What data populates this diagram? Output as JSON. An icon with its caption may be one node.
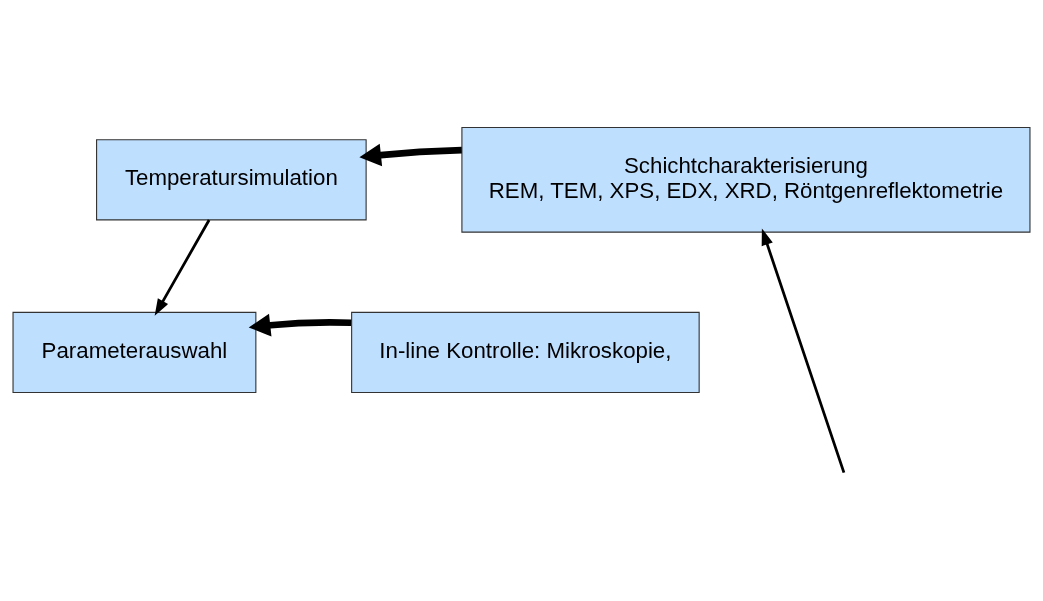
{
  "diagram": {
    "nodes": [
      {
        "text": [
          "Temperatursimulation"
        ]
      },
      {
        "text": [
          "Schichtcharakterisierung",
          "REM, TEM, XPS, EDX, XRD, Röntgenreflektometrie"
        ]
      },
      {
        "text": [
          "Parameterauswahl"
        ]
      },
      {
        "text": [
          "In-line Kontrolle: Mikroskopie,"
        ]
      }
    ],
    "edges": [
      {
        "from": 1,
        "to": 0,
        "arrow": "to",
        "style": "thick"
      },
      {
        "from": 0,
        "to": 2,
        "arrow": "to"
      },
      {
        "from": 3,
        "to": 2,
        "arrow": "to",
        "style": "thick"
      },
      {
        "from": null,
        "to": 1,
        "arrow": "to"
      }
    ]
  }
}
